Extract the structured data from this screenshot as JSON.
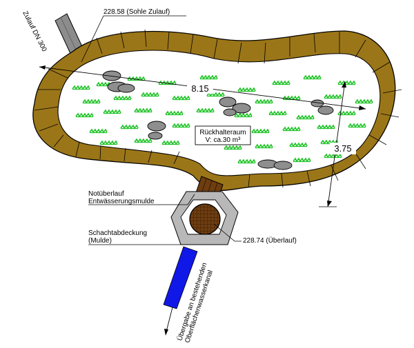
{
  "labels": {
    "inlet_pipe": "Zulauf DN 300",
    "inlet_level": "228.58  (Sohle Zulauf)",
    "length": "8.15",
    "width": "3.75",
    "retention_title": "Rückhalteraum",
    "retention_volume": "V: ca.30 m³",
    "overflow_1": "Notüberlauf",
    "overflow_2": "Entwässerungsmulde",
    "shaft_cover_1": "Schachtabdeckung",
    "shaft_cover_2": "(Mulde)",
    "overflow_level": "228.74  (Überlauf)",
    "handover_1": "Übergabe an bestehenden",
    "handover_2": "Oberflächenwasserkanal"
  },
  "colors": {
    "embankment": "#9b7618",
    "basin_floor": "#ffffff",
    "grass": "#22c42a",
    "stone": "#8e8e8e",
    "channel": "#6e3d10",
    "shaft_ring": "#b8b8b8",
    "outlet_pipe": "#1018e8",
    "inlet_pipe": "#8c8c8c"
  }
}
